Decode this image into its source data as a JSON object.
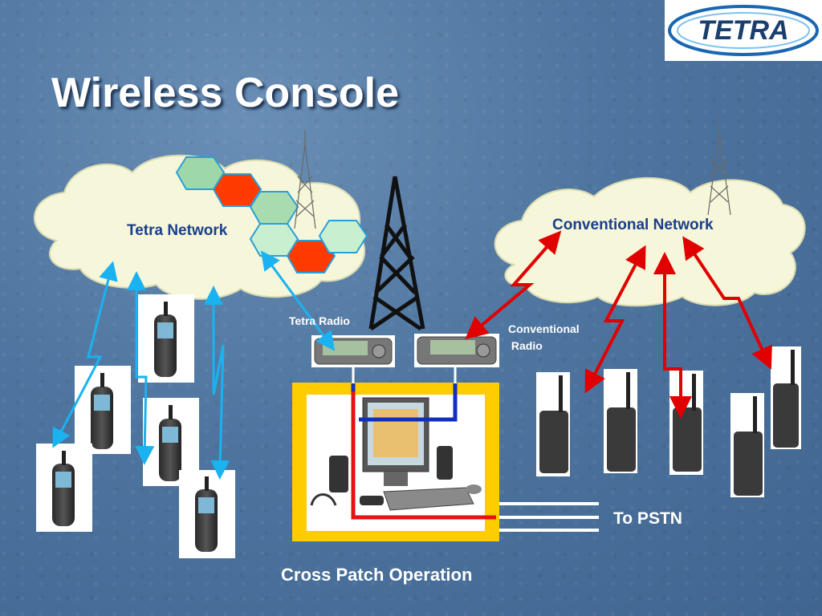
{
  "slide": {
    "title": "Wireless Console",
    "logo_text": "TETRA"
  },
  "labels": {
    "tetra_network": "Tetra Network",
    "conventional_network": "Conventional Network",
    "tetra_radio": "Tetra Radio",
    "conventional_radio": "Conventional\n Radio",
    "to_pstn": "To PSTN",
    "cross_patch": "Cross Patch Operation"
  },
  "icons": [
    "tetra-logo",
    "tower-icon",
    "handset-icon",
    "walkie-talkie-icon",
    "mobile-radio-icon",
    "console-workstation-icon"
  ],
  "colors": {
    "background": "#4e759f",
    "title": "#ffffff",
    "network_label": "#1a3f8a",
    "tetra_link": "#1ab2f0",
    "conventional_link": "#e00000",
    "console_frame": "#ffcc00",
    "hex_red": "#ff3b00",
    "hex_green": "#c8efd0"
  }
}
